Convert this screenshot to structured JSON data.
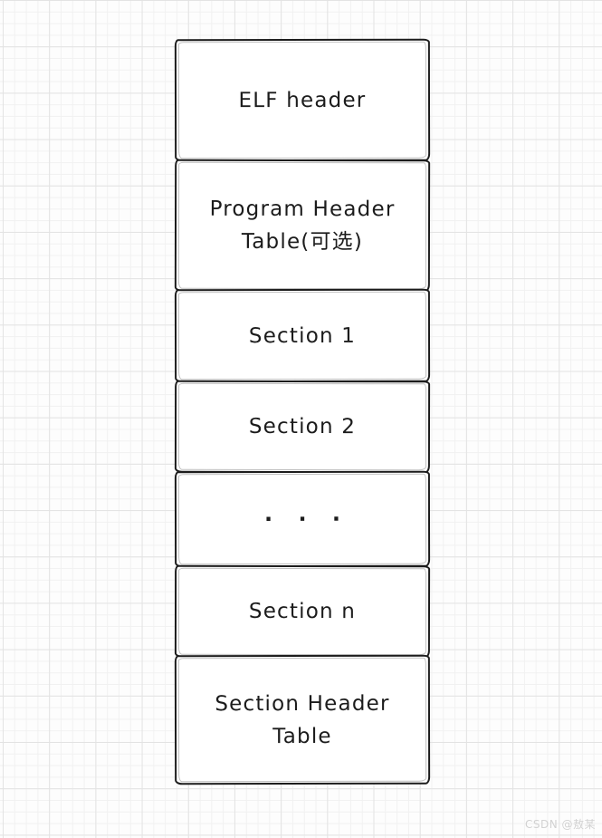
{
  "diagram": {
    "description": "ELF file structure stack diagram",
    "stroke_color": "#1c1c1c",
    "fill_color": "#ffffff",
    "boxes": [
      {
        "id": "elf-header",
        "lines": [
          "ELF header"
        ]
      },
      {
        "id": "program-header-table",
        "lines": [
          "Program Header",
          "Table(可选)"
        ]
      },
      {
        "id": "section-1",
        "lines": [
          "Section 1"
        ]
      },
      {
        "id": "section-2",
        "lines": [
          "Section 2"
        ]
      },
      {
        "id": "ellipsis",
        "lines": [
          "· · ·"
        ]
      },
      {
        "id": "section-n",
        "lines": [
          "Section n"
        ]
      },
      {
        "id": "section-header-table",
        "lines": [
          "Section Header",
          "Table"
        ]
      }
    ]
  },
  "watermark": {
    "text": "CSDN @敖某",
    "color": "#d2d2d2"
  }
}
